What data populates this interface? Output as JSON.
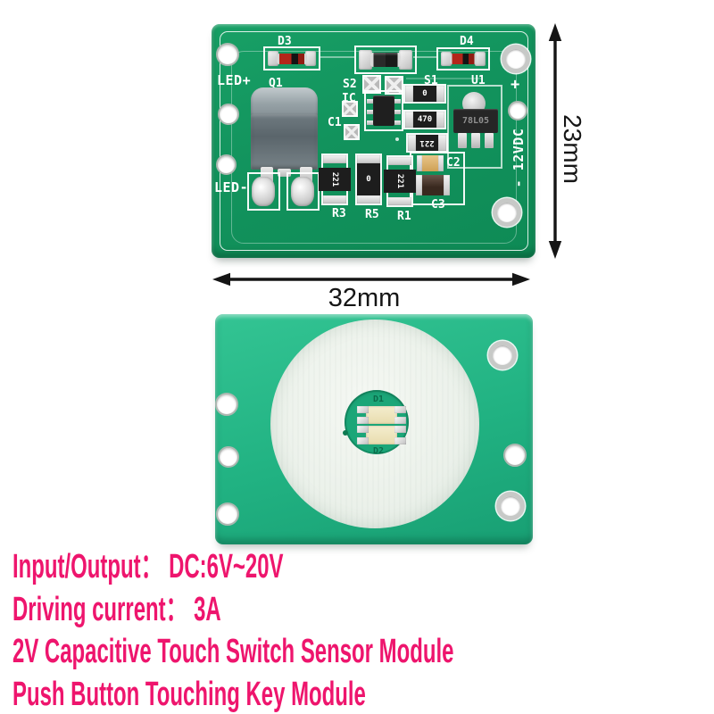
{
  "dimensions": {
    "height_label": "23mm",
    "width_label": "32mm"
  },
  "front_board": {
    "silkscreen": {
      "led_plus": "LED+",
      "led_minus": "LED-",
      "q1": "Q1",
      "d3": "D3",
      "d4": "D4",
      "s2": "S2",
      "ic": "IC",
      "c1": "C1",
      "s1": "S1",
      "u1": "U1",
      "c2": "C2",
      "c3": "C3",
      "r3": "R3",
      "r5": "R5",
      "r1": "R1",
      "plus": "+",
      "power_rail": "- 12VDC"
    },
    "markings": {
      "regulator": "78L05",
      "res_470": "470",
      "res_221": "221",
      "res_0": "0"
    }
  },
  "back_board": {
    "silkscreen": {
      "d1": "D1",
      "d2": "D2"
    }
  },
  "footer": {
    "lines": [
      {
        "label": "Input/Output：",
        "value": "DC:6V~20V"
      },
      {
        "label": "Driving current：",
        "value": "3A"
      },
      {
        "label": "2V Capacitive Touch Switch Sensor Module",
        "value": ""
      },
      {
        "label": "Push Button Touching Key Module",
        "value": ""
      }
    ]
  },
  "colors": {
    "front_pcb_green": "#12935D",
    "back_pcb_green": "#21B282",
    "accent_pink": "#EE156D",
    "touch_pad_white": "#EBF1EA",
    "annotation_black": "#151515"
  }
}
